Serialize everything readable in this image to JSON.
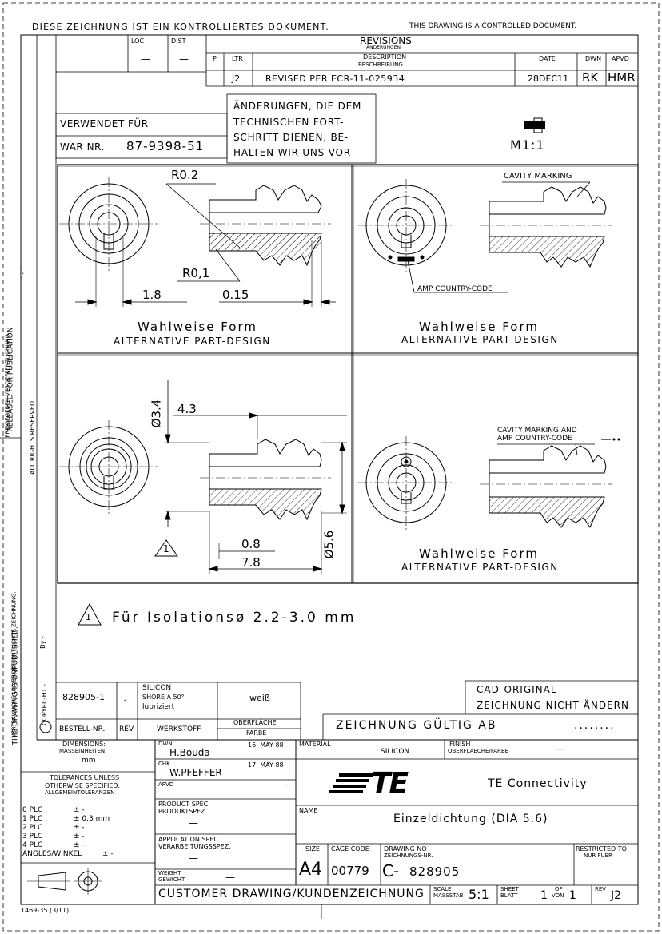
{
  "header": {
    "controlled_de": "DIESE ZEICHNUNG IST EIN KONTROLLIERTES DOKUMENT.",
    "controlled_en": "THIS DRAWING IS A CONTROLLED DOCUMENT."
  },
  "side": {
    "released": "RELEASED FOR PUBLICATION",
    "freigegeben": "FREIGEGEBEN VEROEFFENTLICHUNG",
    "rights": "ALL RIGHTS RESERVED.",
    "unpublished": "THIS DRAWING IS UNPUBLISHED.",
    "unveroeff": "VERTRAULICHE UNVEROEFFENTLICHTE ZEICHNUNG.",
    "copyright": "COPYRIGHT -",
    "by": "By -",
    "marks": "- , -"
  },
  "loc_dist": {
    "loc": "LOC",
    "dist": "DIST",
    "loc_val": "—",
    "dist_val": "—"
  },
  "revisions": {
    "title": "REVISIONS",
    "title_de": "ÄNDERUNGEN",
    "col_p": "P",
    "col_ltr": "LTR",
    "col_desc": "DESCRIPTION",
    "col_desc_de": "BESCHREIBUNG",
    "col_date": "DATE",
    "col_dwn": "DWN",
    "col_apvd": "APVD",
    "row_ltr": "J2",
    "row_desc": "REVISED PER ECR-11-025934",
    "row_date": "28DEC11",
    "row_dwn": "RK",
    "row_apvd": "HMR"
  },
  "usage": {
    "verwendet": "VERWENDET FÜR",
    "war_nr": "WAR NR.",
    "war_nr_val": "87-9398-51",
    "note1": "ÄNDERUNGEN, DIE DEM",
    "note2": "TECHNISCHEN FORT-",
    "note3": "SCHRITT DIENEN, BE-",
    "note4": "HALTEN WIR UNS VOR",
    "scale": "M1:1"
  },
  "views": {
    "r02": "R0.2",
    "r01": "R0,1",
    "d18": "1.8",
    "d015": "0.15",
    "cavity": "CAVITY MARKING",
    "amp": "AMP COUNTRY-CODE",
    "alt_de": "Wahlweise Form",
    "alt_en": "ALTERNATIVE PART-DESIGN",
    "d34": "Ø3.4",
    "d43": "4.3",
    "d08": "0.8",
    "d78": "7.8",
    "d56": "Ø5.6",
    "flag": "1",
    "cav_amp1": "CAVITY MARKING AND",
    "cav_amp2": "AMP COUNTRY-CODE"
  },
  "note": {
    "num": "1",
    "text": "Für Isolationsø 2.2-3.0 mm"
  },
  "parts": {
    "part_no": "828905-1",
    "rev": "J",
    "mat1": "SILICON",
    "mat2": "SHORE A 50°",
    "mat3": "lubriziert",
    "color": "weiß",
    "h_part": "BESTELL-NR.",
    "h_rev": "REV",
    "h_werk": "WERKSTOFF",
    "h_ober": "OBERFLÄCHE",
    "h_farbe": "FARBE"
  },
  "cad": {
    "line1": "CAD-ORIGINAL",
    "line2": "ZEICHNUNG NICHT ÄNDERN",
    "valid": "ZEICHNUNG GÜLTIG AB",
    "dots": "........"
  },
  "title_block": {
    "dims": "DIMENSIONS:",
    "dims_de": "MASSEINHEITEN",
    "mm": "mm",
    "tol1": "TOLERANCES UNLESS",
    "tol2": "OTHERWISE SPECIFIED:",
    "tol3": "ALLGEMEINTOLERANZEN",
    "plc0": "0 PLC",
    "plc0v": "± -",
    "plc1": "1 PLC",
    "plc1v": "± 0.3 mm",
    "plc2": "2 PLC",
    "plc2v": "± -",
    "plc3": "3 PLC",
    "plc3v": "± -",
    "plc4": "4 PLC",
    "plc4v": "± -",
    "angles": "ANGLES/WINKEL",
    "anglesv": "± -",
    "dwn": "DWN",
    "dwn_name": "H.Bouda",
    "dwn_date": "16. MAY 88",
    "chk": "CHK",
    "chk_name": "W.PFEFFER",
    "chk_date": "17. MAY 88",
    "apvd": "APVD",
    "apvd_val": "-",
    "prod_spec": "PRODUCT SPEC",
    "prod_spec_de": "PRODUKTSPEZ.",
    "prod_val": "—",
    "app_spec": "APPLICATION SPEC",
    "app_spec_de": "VERARBEITUNGSSPEZ.",
    "app_val": "—",
    "weight": "WEIGHT",
    "weight_de": "GEWICHT",
    "weight_val": "—",
    "material": "MATERIAL",
    "material_val": "SILICON",
    "finish": "FINISH",
    "finish_de": "OBERFLAECHE/FARBE",
    "finish_val": "—",
    "company": "TE Connectivity",
    "logo": "TE",
    "name_lbl": "NAME",
    "name_val": "Einzeldichtung (DIA 5.6)",
    "size": "SIZE",
    "size_val": "A4",
    "cage": "CAGE CODE",
    "cage_val": "00779",
    "dwg": "DRAWING NO",
    "dwg_de": "ZEICHNUNGS-NR.",
    "dwg_prefix": "C-",
    "dwg_val": "828905",
    "restricted": "RESTRICTED TO",
    "restricted_de": "NUR FUER",
    "restricted_val": "—",
    "customer": "CUSTOMER DRAWING/KUNDENZEICHNUNG",
    "scale": "SCALE",
    "scale_de": "MASSSTAB",
    "scale_val": "5:1",
    "sheet": "SHEET",
    "sheet_de": "BLATT",
    "sheet_val": "1",
    "of": "OF",
    "von": "VON",
    "of_val": "1",
    "rev": "REV",
    "rev_val": "J2"
  },
  "footer": {
    "code": "1469-35 (3/11)"
  }
}
